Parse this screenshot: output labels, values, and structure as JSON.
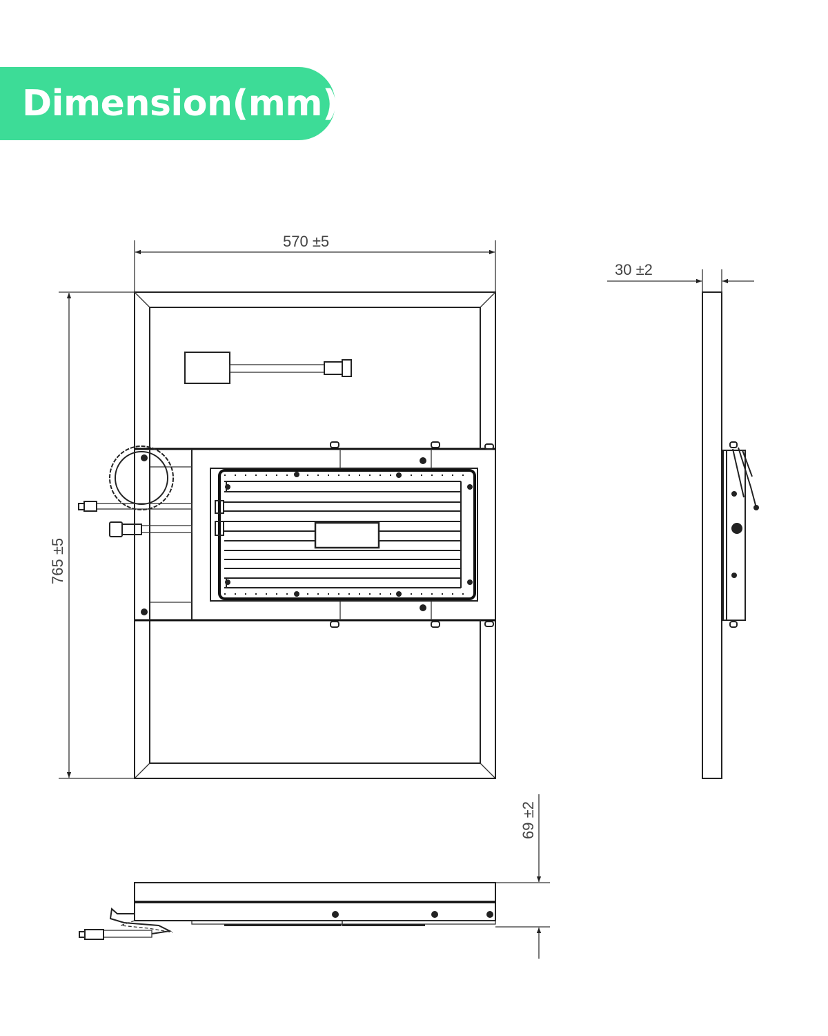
{
  "title": "Dimension(mm)",
  "colors": {
    "accent": "#3ddc97",
    "line": "#222222",
    "dimension_text": "#444444"
  },
  "dimensions": {
    "width": "570 ±5",
    "height": "765 ±5",
    "thickness": "30 ±2",
    "depth_with_controller": "69 ±2"
  },
  "views": [
    "front-view",
    "side-view",
    "bottom-view"
  ]
}
